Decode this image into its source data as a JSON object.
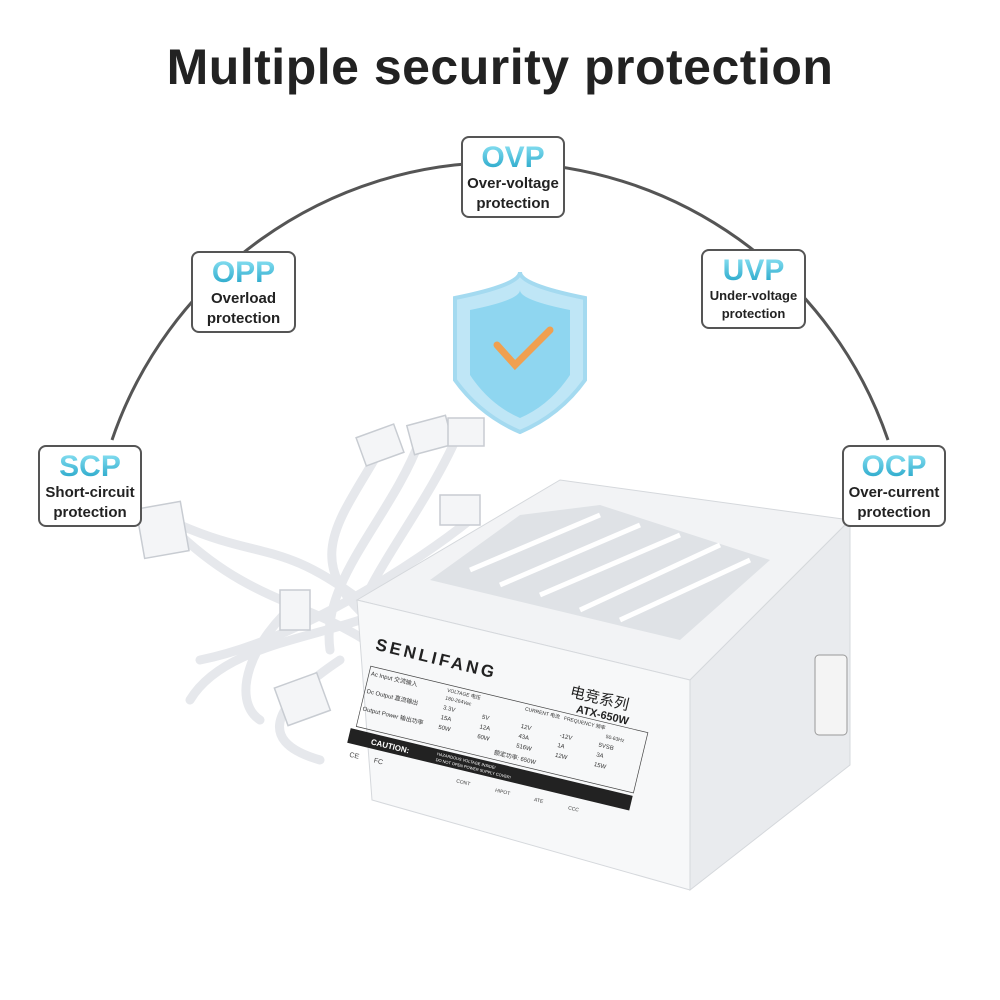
{
  "title": "Multiple security protection",
  "protections": [
    {
      "abbr": "OVP",
      "line1": "Over-voltage",
      "line2": "protection"
    },
    {
      "abbr": "OPP",
      "line1": "Overload",
      "line2": "protection"
    },
    {
      "abbr": "UVP",
      "line1": "Under-voltage",
      "line2": "protection"
    },
    {
      "abbr": "SCP",
      "line1": "Short-circuit",
      "line2": "protection"
    },
    {
      "abbr": "OCP",
      "line1": "Over-current",
      "line2": "protection"
    }
  ],
  "product": {
    "brand": "SENLIFANG",
    "series": "电竞系列",
    "model": "ATX-650W",
    "label_rows": [
      "Ac Input 交流输入",
      "Dc Output 直流输出",
      "Output Power 输出功率"
    ],
    "voltage": "VOLTAGE 电压",
    "input_range": "180-264Vac",
    "current": "CURRENT 电流",
    "freq": "FREQUENCY 频率",
    "freq_range": "50-63Hz",
    "outputs": [
      "3.3V",
      "5V",
      "12V",
      "-12V",
      "5VSB"
    ],
    "amps": [
      "15A",
      "12A",
      "43A",
      "1A",
      "3A"
    ],
    "watts": [
      "50W",
      "60W",
      "516W",
      "12W",
      "15W"
    ],
    "rated": "额定功率: 650W",
    "caution": "CAUTION:",
    "warn1": "HAZARDOUS VOLTAGE INSIDE!",
    "warn2": "DO NOT OPEN POWER SUPPLY COVER!",
    "marks": [
      "CE",
      "FC",
      "CONT",
      "HIPOT",
      "ATE",
      "CCC"
    ]
  },
  "colors": {
    "accent": "#1a9fc4",
    "shield": "#8fd6f0",
    "check": "#f0a050"
  }
}
